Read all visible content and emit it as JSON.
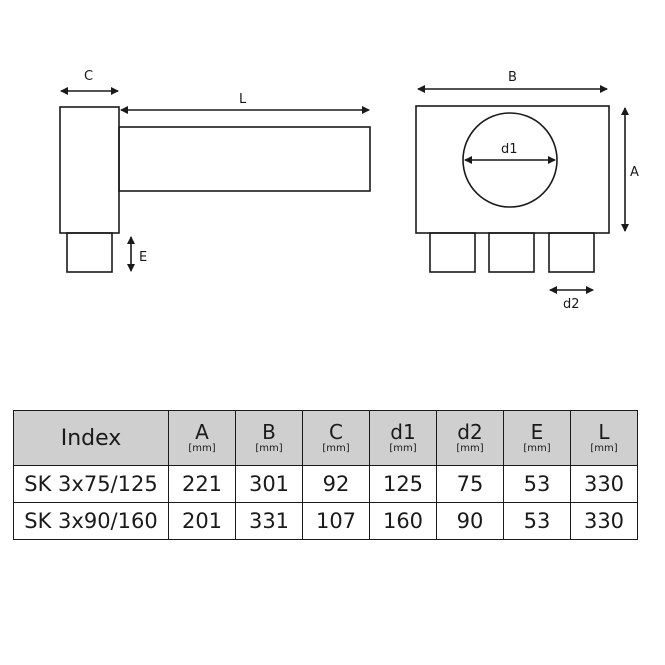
{
  "drawing": {
    "side_view": {
      "labels": {
        "C": "C",
        "L": "L",
        "E": "E"
      }
    },
    "front_view": {
      "labels": {
        "B": "B",
        "A": "A",
        "d1": "d1",
        "d2": "d2"
      }
    }
  },
  "table": {
    "index_header": "Index",
    "unit": "[mm]",
    "columns": [
      "A",
      "B",
      "C",
      "d1",
      "d2",
      "E",
      "L"
    ],
    "rows": [
      {
        "index": "SK 3x75/125",
        "values": [
          "221",
          "301",
          "92",
          "125",
          "75",
          "53",
          "330"
        ]
      },
      {
        "index": "SK 3x90/160",
        "values": [
          "201",
          "331",
          "107",
          "160",
          "90",
          "53",
          "330"
        ]
      }
    ]
  }
}
